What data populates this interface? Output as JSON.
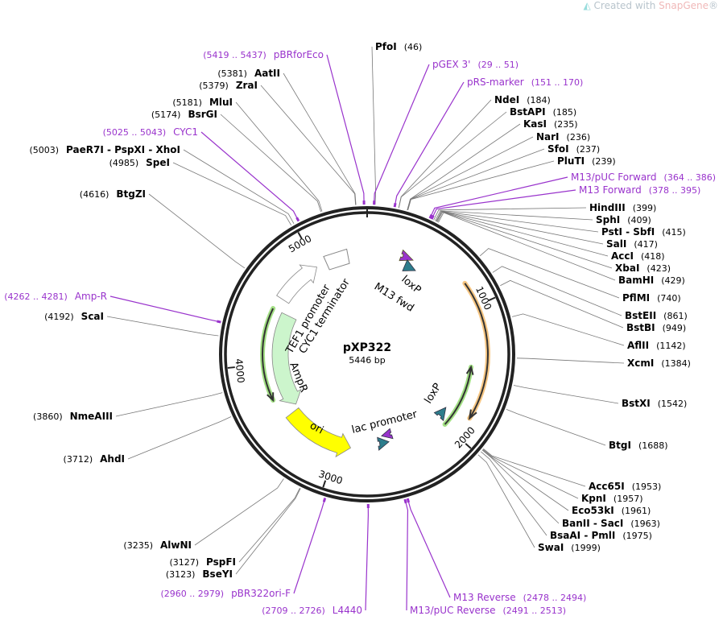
{
  "watermark": {
    "prefix": "Created with ",
    "brand": "SnapGene",
    "suffix": "®"
  },
  "plasmid": {
    "name": "pXP322",
    "length_label": "5446 bp",
    "length": 5446
  },
  "ticks": [
    "1000",
    "2000",
    "3000",
    "4000",
    "5000"
  ],
  "colors": {
    "primer": "#9933cc",
    "ring": "#222222",
    "ampr": "#ccf5cc",
    "ori": "#ffff00",
    "loxp": "#2d7d8c",
    "orange": "#f0a030",
    "green": "#66cc33"
  },
  "sites": [
    {
      "name": "PfoI",
      "pos": "(46)",
      "bp": 46,
      "type": "enzyme"
    },
    {
      "name": "pGEX 3'",
      "pos": "(29 .. 51)",
      "bp": 40,
      "type": "primer"
    },
    {
      "name": "pRS-marker",
      "pos": "(151 .. 170)",
      "bp": 160,
      "type": "primer"
    },
    {
      "name": "NdeI",
      "pos": "(184)",
      "bp": 184,
      "type": "enzyme"
    },
    {
      "name": "BstAPI",
      "pos": "(185)",
      "bp": 185,
      "type": "enzyme"
    },
    {
      "name": "KasI",
      "pos": "(235)",
      "bp": 235,
      "type": "enzyme"
    },
    {
      "name": "NarI",
      "pos": "(236)",
      "bp": 236,
      "type": "enzyme"
    },
    {
      "name": "SfoI",
      "pos": "(237)",
      "bp": 237,
      "type": "enzyme"
    },
    {
      "name": "PluTI",
      "pos": "(239)",
      "bp": 239,
      "type": "enzyme"
    },
    {
      "name": "M13/pUC Forward",
      "pos": "(364 .. 386)",
      "bp": 375,
      "type": "primer"
    },
    {
      "name": "M13 Forward",
      "pos": "(378 .. 395)",
      "bp": 386,
      "type": "primer"
    },
    {
      "name": "HindIII",
      "pos": "(399)",
      "bp": 399,
      "type": "enzyme"
    },
    {
      "name": "SphI",
      "pos": "(409)",
      "bp": 409,
      "type": "enzyme"
    },
    {
      "name": "PstI  - SbfI",
      "pos": "(415)",
      "bp": 415,
      "type": "enzyme"
    },
    {
      "name": "SalI",
      "pos": "(417)",
      "bp": 417,
      "type": "enzyme"
    },
    {
      "name": "AccI",
      "pos": "(418)",
      "bp": 418,
      "type": "enzyme"
    },
    {
      "name": "XbaI",
      "pos": "(423)",
      "bp": 423,
      "type": "enzyme"
    },
    {
      "name": "BamHI",
      "pos": "(429)",
      "bp": 429,
      "type": "enzyme"
    },
    {
      "name": "PflMI",
      "pos": "(740)",
      "bp": 740,
      "type": "enzyme"
    },
    {
      "name": "BstEII",
      "pos": "(861)",
      "bp": 861,
      "type": "enzyme"
    },
    {
      "name": "BstBI",
      "pos": "(949)",
      "bp": 949,
      "type": "enzyme"
    },
    {
      "name": "AflII",
      "pos": "(1142)",
      "bp": 1142,
      "type": "enzyme"
    },
    {
      "name": "XcmI",
      "pos": "(1384)",
      "bp": 1384,
      "type": "enzyme"
    },
    {
      "name": "BstXI",
      "pos": "(1542)",
      "bp": 1542,
      "type": "enzyme"
    },
    {
      "name": "BtgI",
      "pos": "(1688)",
      "bp": 1688,
      "type": "enzyme"
    },
    {
      "name": "Acc65I",
      "pos": "(1953)",
      "bp": 1953,
      "type": "enzyme"
    },
    {
      "name": "KpnI",
      "pos": "(1957)",
      "bp": 1957,
      "type": "enzyme"
    },
    {
      "name": "Eco53kI",
      "pos": "(1961)",
      "bp": 1961,
      "type": "enzyme"
    },
    {
      "name": "BanII  - SacI",
      "pos": "(1963)",
      "bp": 1963,
      "type": "enzyme"
    },
    {
      "name": "BsaAI  - PmlI",
      "pos": "(1975)",
      "bp": 1975,
      "type": "enzyme"
    },
    {
      "name": "SwaI",
      "pos": "(1999)",
      "bp": 1999,
      "type": "enzyme"
    },
    {
      "name": "M13 Reverse",
      "pos": "(2478 .. 2494)",
      "bp": 2486,
      "type": "primer"
    },
    {
      "name": "M13/pUC Reverse",
      "pos": "(2491 .. 2513)",
      "bp": 2502,
      "type": "primer"
    },
    {
      "name": "L4440",
      "pos": "(2709 .. 2726)",
      "bp": 2717,
      "type": "primer"
    },
    {
      "name": "pBR322ori-F",
      "pos": "(2960 .. 2979)",
      "bp": 2970,
      "type": "primer"
    },
    {
      "name": "BseYI",
      "pos": "(3123)",
      "bp": 3123,
      "type": "enzyme"
    },
    {
      "name": "PspFI",
      "pos": "(3127)",
      "bp": 3127,
      "type": "enzyme"
    },
    {
      "name": "AlwNI",
      "pos": "(3235)",
      "bp": 3235,
      "type": "enzyme"
    },
    {
      "name": "AhdI",
      "pos": "(3712)",
      "bp": 3712,
      "type": "enzyme"
    },
    {
      "name": "NmeAIII",
      "pos": "(3860)",
      "bp": 3860,
      "type": "enzyme"
    },
    {
      "name": "ScaI",
      "pos": "(4192)",
      "bp": 4192,
      "type": "enzyme"
    },
    {
      "name": "Amp-R",
      "pos": "(4262 .. 4281)",
      "bp": 4272,
      "type": "primer"
    },
    {
      "name": "BtgZI",
      "pos": "(4616)",
      "bp": 4616,
      "type": "enzyme"
    },
    {
      "name": "SpeI",
      "pos": "(4985)",
      "bp": 4985,
      "type": "enzyme"
    },
    {
      "name": "PaeR7I  - PspXI  - XhoI",
      "pos": "(5003)",
      "bp": 5003,
      "type": "enzyme"
    },
    {
      "name": "CYC1",
      "pos": "(5025 .. 5043)",
      "bp": 5034,
      "type": "primer"
    },
    {
      "name": "BsrGI",
      "pos": "(5174)",
      "bp": 5174,
      "type": "enzyme"
    },
    {
      "name": "MluI",
      "pos": "(5181)",
      "bp": 5181,
      "type": "enzyme"
    },
    {
      "name": "ZraI",
      "pos": "(5379)",
      "bp": 5379,
      "type": "enzyme"
    },
    {
      "name": "AatII",
      "pos": "(5381)",
      "bp": 5381,
      "type": "enzyme"
    },
    {
      "name": "pBRforEco",
      "pos": "(5419 .. 5437)",
      "bp": 5428,
      "type": "primer"
    }
  ],
  "features": {
    "ampr": "AmpR",
    "ori": "ori",
    "tef1": "TEF1 promoter",
    "cyc1": "CYC1 terminator",
    "m13fwd": "M13 fwd",
    "loxp1": "loxP",
    "loxp2": "loxP",
    "lac": "lac promoter"
  }
}
